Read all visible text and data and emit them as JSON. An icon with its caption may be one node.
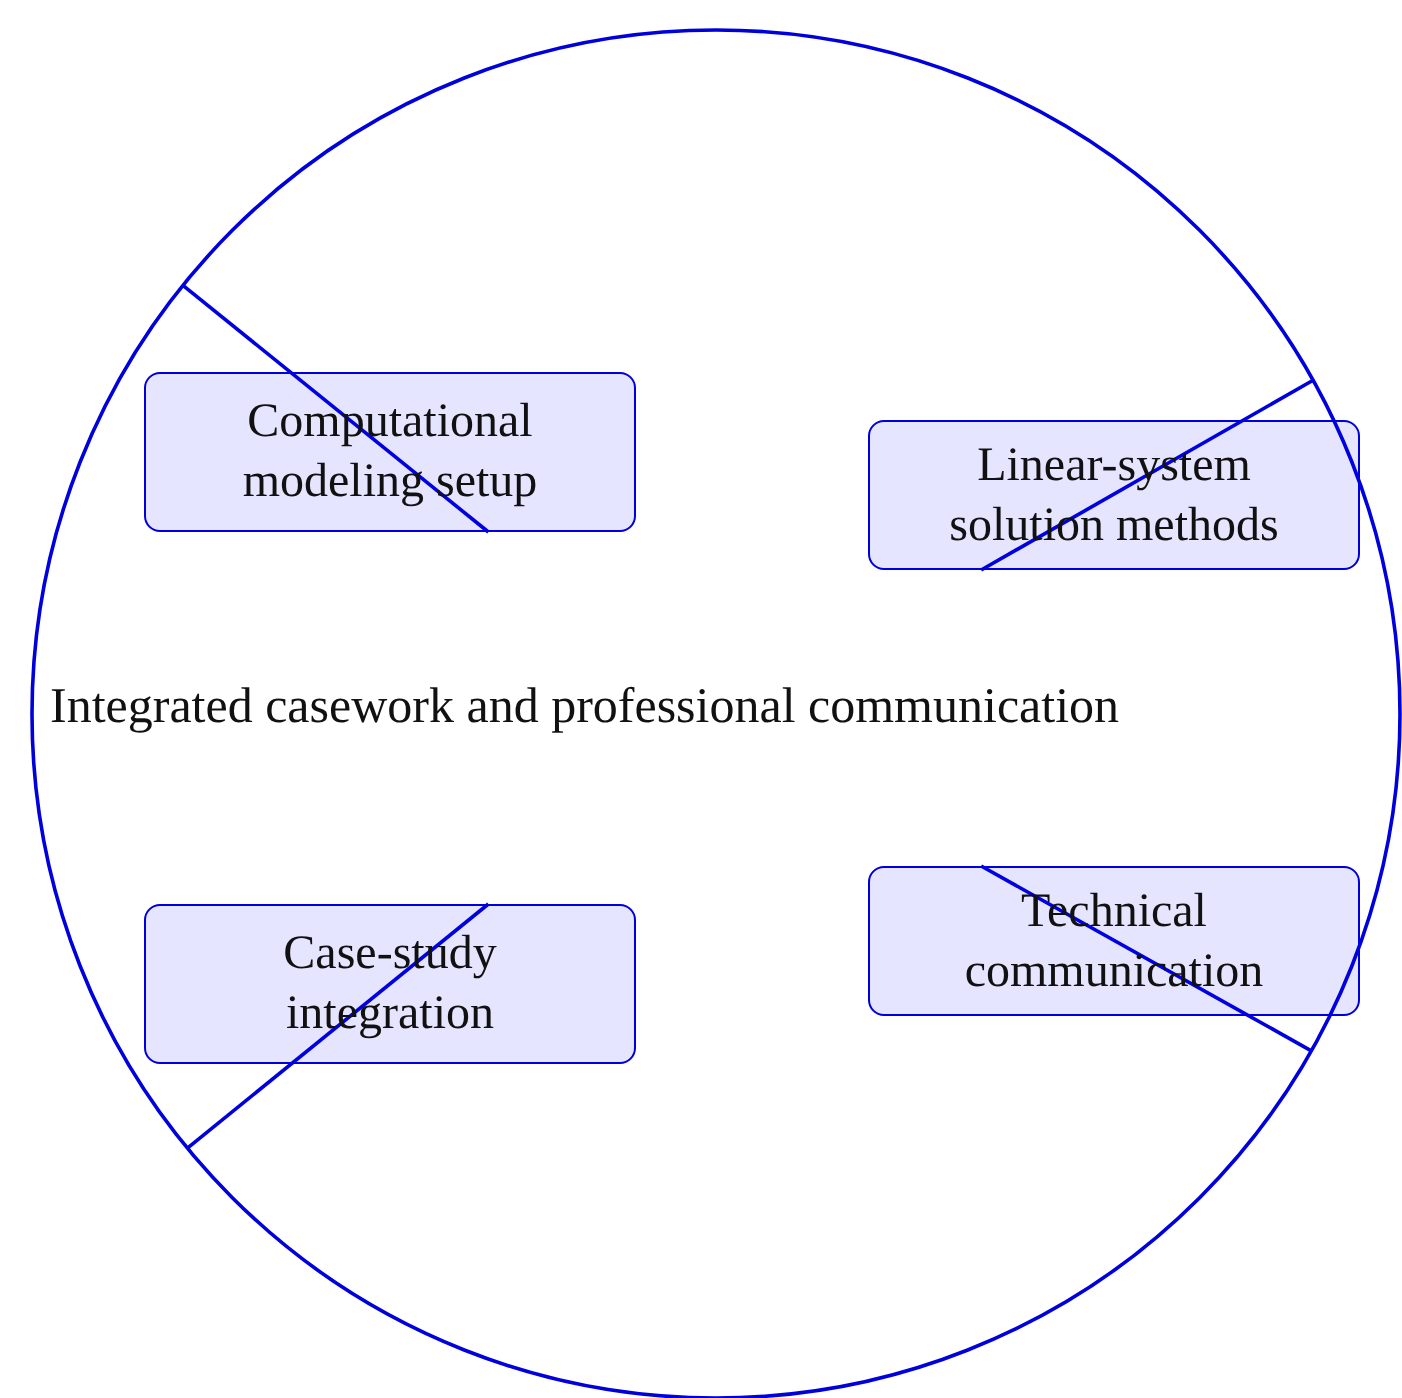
{
  "diagram": {
    "nodes": [
      {
        "text": [
          "Integrated casework and professional communication"
        ]
      },
      {
        "text": [
          "Computational modeling setup"
        ],
        "in": 0
      },
      {
        "text": [
          "Linear-system solution methods"
        ],
        "in": 0
      },
      {
        "text": [
          "Case-study integration"
        ],
        "in": 0
      },
      {
        "text": [
          "Technical communication"
        ],
        "in": 0
      }
    ],
    "edges": [
      {
        "from": 0,
        "to": 1,
        "arrow": "none"
      },
      {
        "from": 0,
        "to": 2,
        "arrow": "none"
      },
      {
        "from": 0,
        "to": 3,
        "arrow": "none"
      },
      {
        "from": 0,
        "to": 4,
        "arrow": "none"
      }
    ]
  }
}
